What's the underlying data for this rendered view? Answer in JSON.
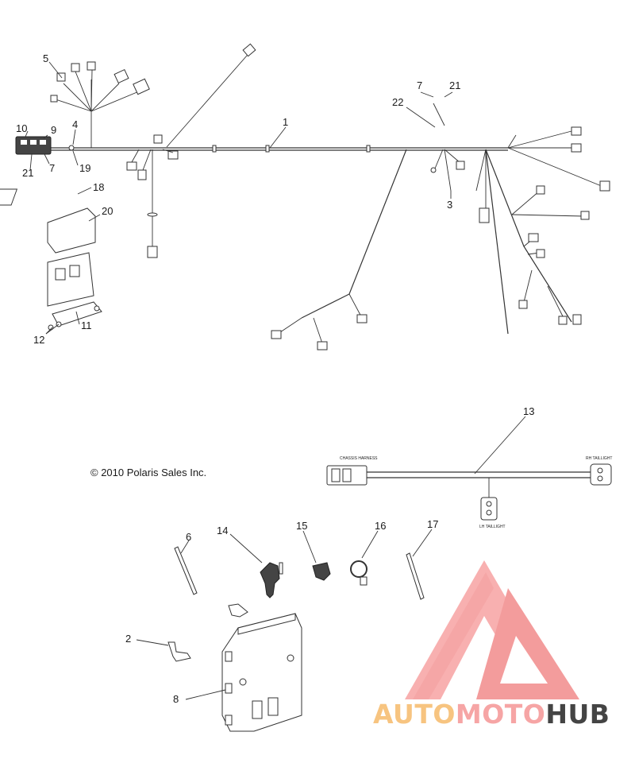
{
  "callouts": {
    "c1": "1",
    "c2": "2",
    "c3": "3",
    "c4": "4",
    "c5": "5",
    "c6": "6",
    "c7a": "7",
    "c7b": "7",
    "c8": "8",
    "c9": "9",
    "c10": "10",
    "c11": "11",
    "c12": "12",
    "c13": "13",
    "c14": "14",
    "c15": "15",
    "c16": "16",
    "c17": "17",
    "c18": "18",
    "c19": "19",
    "c20": "20",
    "c21a": "21",
    "c21b": "21",
    "c22": "22"
  },
  "copyright": "© 2010 Polaris Sales Inc.",
  "tail_harness_labels": {
    "chassis": "CHASSIS HARNESS",
    "rh": "RH TAILLIGHT",
    "lh": "LH TAILLIGHT"
  },
  "watermark": {
    "part1": "AUTO",
    "part2": "MOTO",
    "part3": "HUB",
    "colors": {
      "auto": "#f7c480",
      "moto": "#f6a5a5",
      "hub": "#444444",
      "logo": "#f38a8a"
    }
  }
}
